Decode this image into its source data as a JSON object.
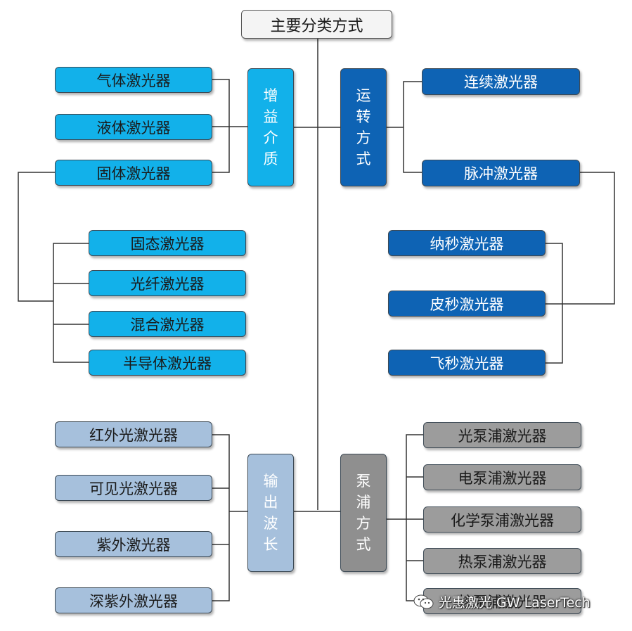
{
  "title": "主要分类方式",
  "gain_medium": {
    "label": "增益介质",
    "items": [
      "气体激光器",
      "液体激光器",
      "固体激光器"
    ],
    "solid_items": [
      "固态激光器",
      "光纤激光器",
      "混合激光器",
      "半导体激光器"
    ]
  },
  "operation": {
    "label": "运转方式",
    "items": [
      "连续激光器",
      "脉冲激光器"
    ],
    "pulse_items": [
      "纳秒激光器",
      "皮秒激光器",
      "飞秒激光器"
    ]
  },
  "wavelength": {
    "label": "输出波长",
    "items": [
      "红外光激光器",
      "可见光激光器",
      "紫外激光器",
      "深紫外激光器"
    ]
  },
  "pumping": {
    "label": "泵浦方式",
    "items": [
      "光泵浦激光器",
      "电泵浦激光器",
      "化学泵浦激光器",
      "热泵浦激光器",
      "核泵浦激光器"
    ]
  },
  "watermark": {
    "icon": "wechat-icon",
    "text": "光惠激光 GW LaserTech"
  },
  "colors": {
    "gain": "#12b1ea",
    "operation": "#0e63b4",
    "wavelength": "#a6c0dc",
    "pumping": "#8f8f8f",
    "connector": "#333333"
  }
}
